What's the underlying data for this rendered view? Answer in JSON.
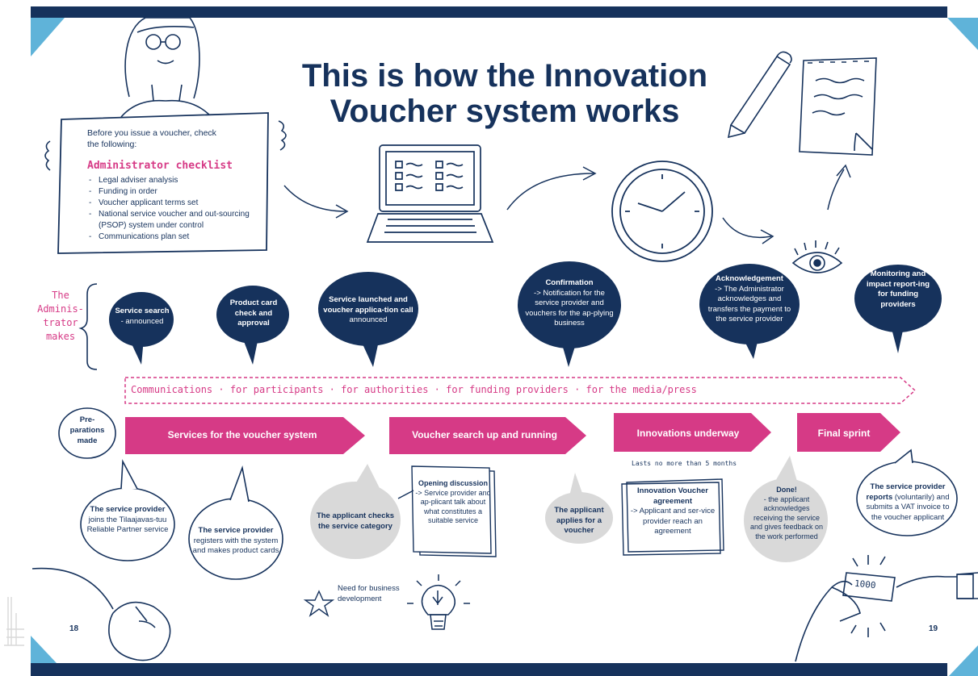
{
  "title": {
    "line1": "This is how the Innovation",
    "line2": "Voucher system works"
  },
  "checklist": {
    "intro": "Before you issue a voucher, check the following:",
    "heading": "Administrator checklist",
    "items": [
      "Legal adviser analysis",
      "Funding in order",
      "Voucher applicant terms set",
      "National service voucher and out-sourcing (PSOP) system under control",
      "Communications plan set"
    ]
  },
  "admin_label": "The Adminis-trator makes",
  "admin_bubbles": [
    {
      "bold": "Service search",
      "text": "- announced"
    },
    {
      "bold": "Product card check and approval",
      "text": ""
    },
    {
      "bold": "Service launched and voucher applica-tion call",
      "text": "announced"
    },
    {
      "bold": "Confirmation",
      "text": "-> Notification for the service provider and vouchers for the ap-plying business"
    },
    {
      "bold": "Acknowledgement",
      "text": "-> The Administrator acknowledges and transfers the payment to the service provider"
    },
    {
      "bold": "Monitoring and impact report-ing for funding providers",
      "text": ""
    }
  ],
  "communications": "Communications · for participants · for authorities · for funding providers · for the media/press",
  "preparations": "Pre-parations made",
  "phases": [
    "Services for the voucher system",
    "Voucher search up and running",
    "Innovations underway",
    "Final sprint"
  ],
  "duration_note": "Lasts no more than 5 months",
  "notes": [
    {
      "bold": "The service provider",
      "text": "joins the Tilaajavas-tuu Reliable Partner service"
    },
    {
      "bold": "The service provider",
      "text": "registers with the system and makes product cards"
    },
    {
      "bold": "The applicant checks the service category",
      "text": ""
    },
    {
      "bold": "Opening discussion",
      "text": "-> Service provider and ap-plicant talk about what constitutes a suitable service"
    },
    {
      "bold": "The applicant applies for a voucher",
      "text": ""
    },
    {
      "bold": "Innovation Voucher agreement",
      "text": "-> Applicant and ser-vice provider reach an agreement"
    },
    {
      "bold": "Done!",
      "text": "- the applicant acknowledges receiving the service and gives feedback on the work performed"
    },
    {
      "bold": "The service provider reports",
      "text": "(voluntarily) and submits a VAT invoice to the voucher applicant"
    }
  ],
  "need_label": "Need for business development",
  "banknote": "1000",
  "page_left": "18",
  "page_right": "19",
  "colors": {
    "navy": "#16325c",
    "pink": "#d63a86",
    "grey": "#d9d9d9",
    "sky": "#5fb3d9"
  }
}
